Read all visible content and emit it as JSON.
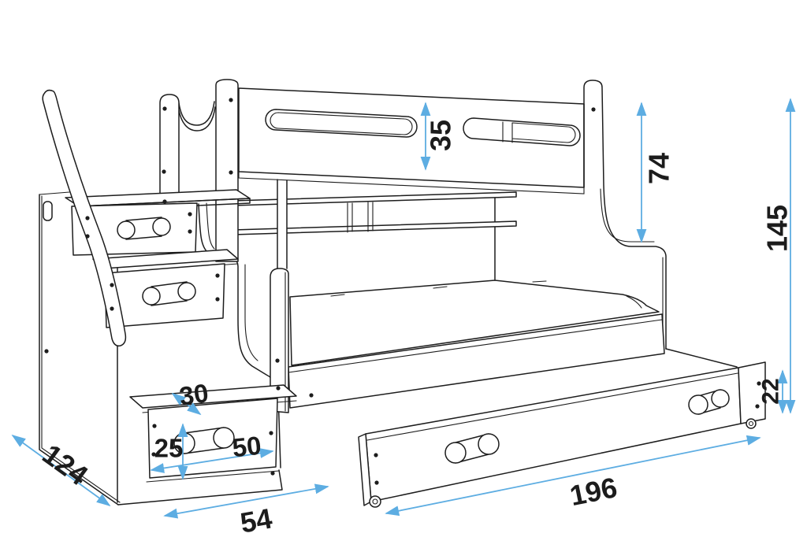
{
  "diagram": {
    "type": "furniture-technical-drawing",
    "subject": "bunk bed with stair drawers and pull-out trundle drawer",
    "background_color": "#ffffff",
    "line_color": "#1d1d1d",
    "dimension_color": "#5dade2",
    "dimensions": {
      "guard_rail_height": "35",
      "upper_bunk_height": "74",
      "total_height": "145",
      "trundle_drawer_height": "22",
      "bed_length": "196",
      "stairs_width": "54",
      "total_depth": "124",
      "step_tread_depth": "30",
      "step_riser_height": "25",
      "step_drawer_width": "50"
    }
  }
}
